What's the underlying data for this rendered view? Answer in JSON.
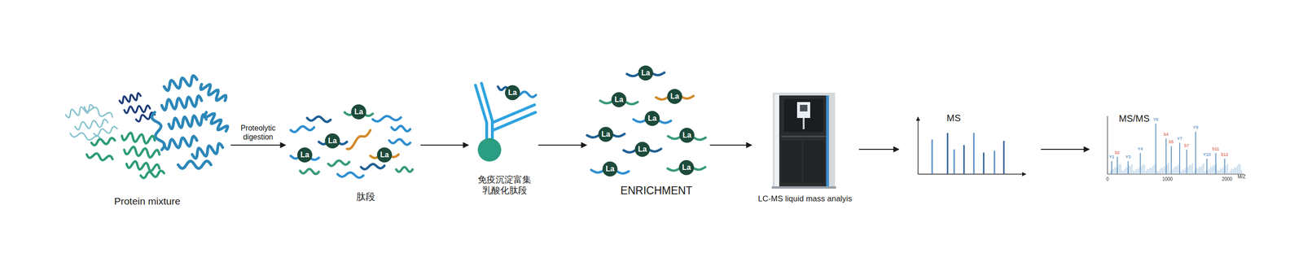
{
  "diagram": {
    "nodes": [
      {
        "text": [
          "Protein mixture"
        ]
      },
      {
        "text": [
          "肽段"
        ]
      },
      {
        "text": [
          "La"
        ],
        "in": 1
      },
      {
        "text": [
          "La"
        ],
        "in": 1
      },
      {
        "text": [
          "La"
        ],
        "in": 1
      },
      {
        "text": [
          "La"
        ],
        "in": 1
      },
      {
        "text": [
          "免疫沉淀富集 乳酸化肽段"
        ]
      },
      {
        "text": [
          "La"
        ],
        "in": 6
      },
      {
        "text": [
          "ENRICHMENT"
        ]
      },
      {
        "text": [
          "La"
        ],
        "in": 8
      },
      {
        "text": [
          "La"
        ],
        "in": 8
      },
      {
        "text": [
          "La"
        ],
        "in": 8
      },
      {
        "text": [
          "La"
        ],
        "in": 8
      },
      {
        "text": [
          "La"
        ],
        "in": 8
      },
      {
        "text": [
          "La"
        ],
        "in": 8
      },
      {
        "text": [
          "La"
        ],
        "in": 8
      },
      {
        "text": [
          "La"
        ],
        "in": 8
      },
      {
        "text": [
          "La"
        ],
        "in": 8
      },
      {
        "text": [
          "LC-MS liquid mass analyis"
        ]
      },
      {
        "text": [
          "MS"
        ]
      },
      {
        "text": [
          "MS/MS"
        ]
      }
    ],
    "edges": [
      {
        "from": 0,
        "to": 1,
        "arrow": "to",
        "label": "Proteolytic digestion"
      },
      {
        "from": 1,
        "to": 6,
        "arrow": "to"
      },
      {
        "from": 6,
        "to": 8,
        "arrow": "to"
      },
      {
        "from": 8,
        "to": 18,
        "arrow": "to"
      },
      {
        "from": 18,
        "to": 19,
        "arrow": "to"
      },
      {
        "from": 19,
        "to": 20,
        "arrow": "to"
      }
    ],
    "labels": [
      "0",
      "1000",
      "2000",
      "M/Z",
      "Y1",
      "b2",
      "Y3",
      "Y4",
      "Y6",
      "b4",
      "b5",
      "Y7",
      "b7",
      "Y9",
      "Y10",
      "b11",
      "b12"
    ]
  }
}
